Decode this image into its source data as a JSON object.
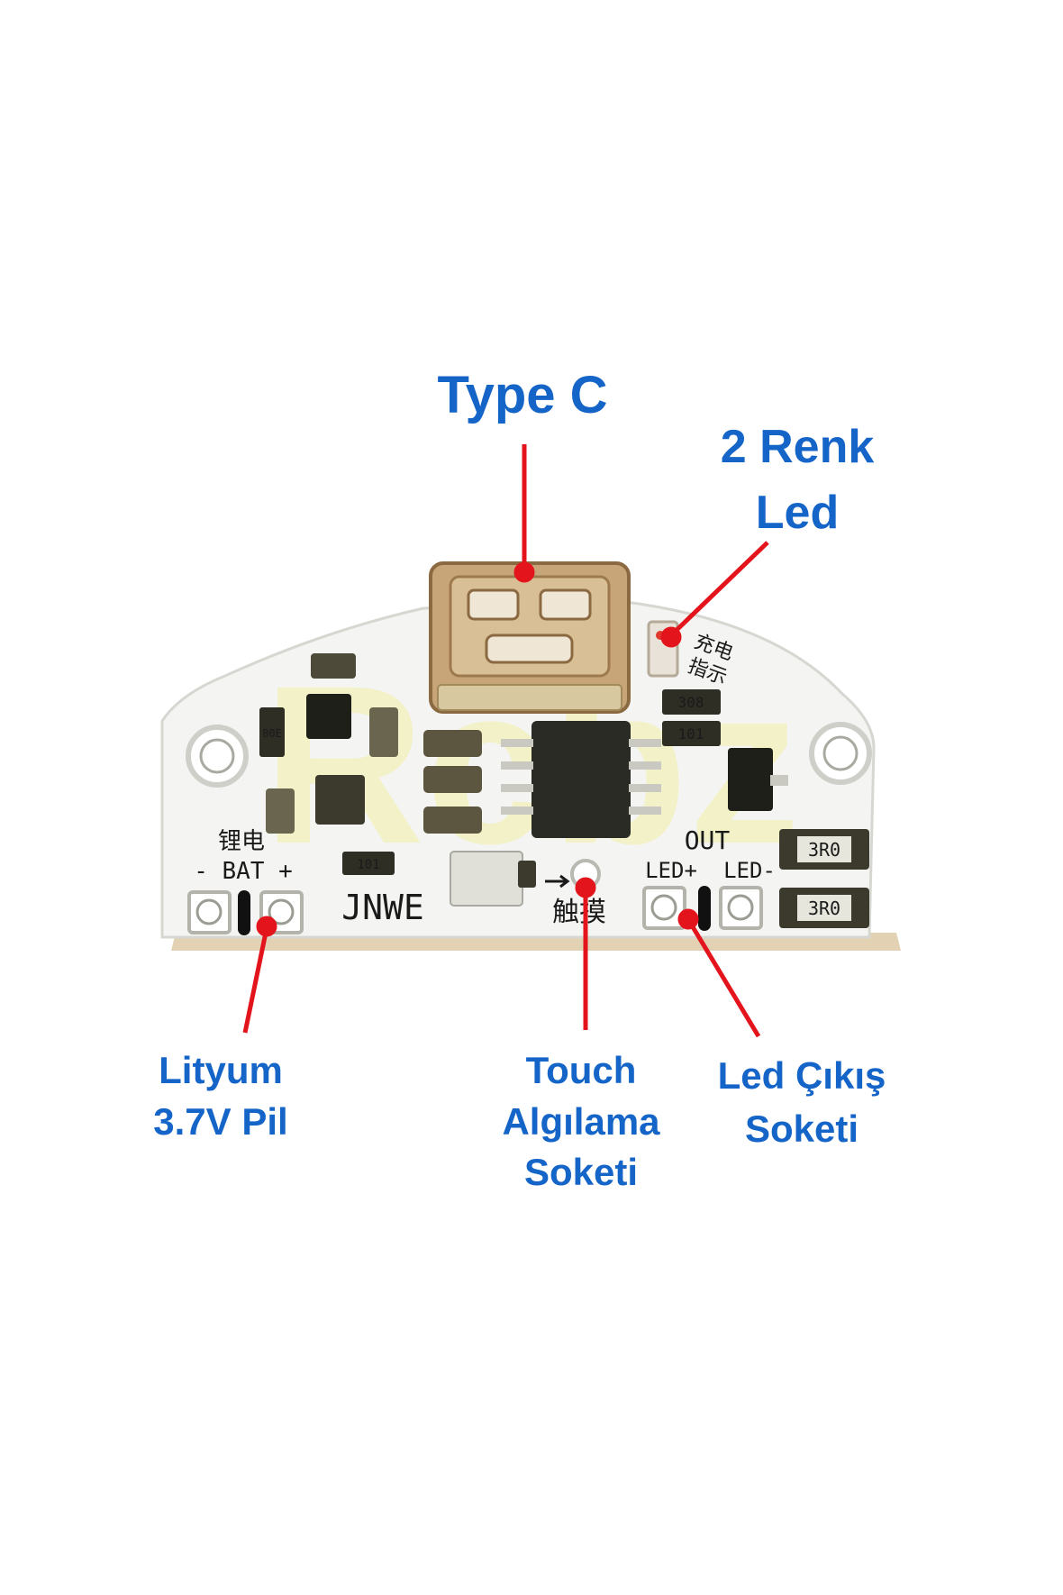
{
  "callouts": {
    "type_c": "Type C",
    "two_color_led": [
      "2 Renk",
      "Led"
    ],
    "battery": [
      "Lityum",
      "3.7V Pil"
    ],
    "touch": [
      "Touch",
      "Algılama",
      "Soketi"
    ],
    "led_output": [
      "Led Çıkış",
      "Soketi"
    ]
  },
  "board_silkscreen": {
    "brand": "JNWE",
    "battery_cn": "锂电",
    "battery_label": "- BAT +",
    "out_label": "OUT",
    "led_plus": "LED+",
    "led_minus": "LED-",
    "touch_cn": "触摸",
    "charge_cn_1": "充电",
    "charge_cn_2": "指示",
    "res_3r0_a": "3R0",
    "res_3r0_b": "3R0",
    "res_308": "308",
    "res_101_a": "101",
    "res_101_b": "101",
    "res_80e": "80E"
  },
  "watermark": "Rcbz",
  "colors": {
    "callout_text": "#1565c8",
    "pointer_line": "#e3141c",
    "board": "#f4f4f2",
    "component": "#3b3a2c",
    "solder": "#c9c9c2"
  }
}
